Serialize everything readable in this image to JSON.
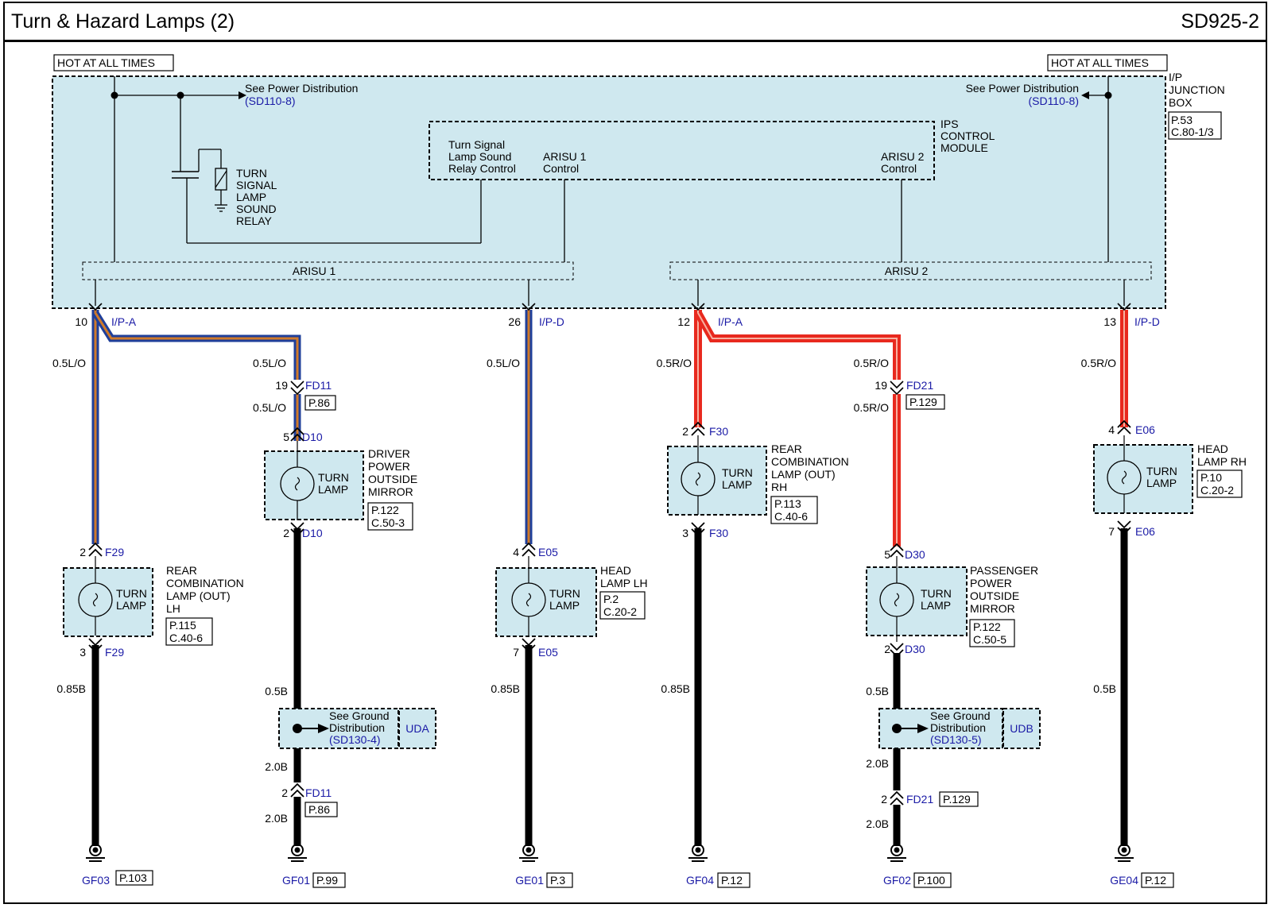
{
  "title": "Turn & Hazard Lamps (2)",
  "code": "SD925-2",
  "colors": {
    "panel": "#cfe8ef",
    "wire_blue": "#1f3f9a",
    "wire_orange": "#d07a2a",
    "wire_red": "#e8291e",
    "link": "#1a1aa6"
  },
  "hot_left": "HOT AT ALL TIMES",
  "hot_right": "HOT AT ALL TIMES",
  "jbox": {
    "label1": "I/P",
    "label2": "JUNCTION",
    "label3": "BOX",
    "ref1": "P.53",
    "ref2": "C.80-1/3"
  },
  "power_left": {
    "text": "See Power Distribution",
    "ref": "(SD110-8)"
  },
  "power_right": {
    "text": "See Power Distribution",
    "ref": "(SD110-8)"
  },
  "relay": {
    "l1": "TURN",
    "l2": "SIGNAL",
    "l3": "LAMP",
    "l4": "SOUND",
    "l5": "RELAY"
  },
  "ips": {
    "l1": "IPS",
    "l2": "CONTROL",
    "l3": "MODULE",
    "c1a": "Turn Signal",
    "c1b": "Lamp Sound",
    "c1c": "Relay Control",
    "c2a": "ARISU 1",
    "c2b": "Control",
    "c3a": "ARISU 2",
    "c3b": "Control"
  },
  "arisu1": "ARISU 1",
  "arisu2": "ARISU 2",
  "conn": {
    "c1_pin": "10",
    "c1_name": "I/P-A",
    "c2_pin": "26",
    "c2_name": "I/P-D",
    "c3_pin": "12",
    "c3_name": "I/P-A",
    "c4_pin": "13",
    "c4_name": "I/P-D"
  },
  "wires": {
    "w1": "0.5L/O",
    "w2": "0.5L/O",
    "w3": "0.5L/O",
    "w4": "0.5L/O",
    "w5": "0.5R/O",
    "w6": "0.5R/O",
    "w7": "0.5R/O",
    "w8": "0.5R/O",
    "g1": "0.85B",
    "g2": "0.5B",
    "g3": "2.0B",
    "g4": "2.0B",
    "g5": "0.85B",
    "g6": "0.85B",
    "g7": "0.5B",
    "g8": "2.0B",
    "g9": "2.0B",
    "g10": "0.5B"
  },
  "fd11a": {
    "pin": "19",
    "name": "FD11",
    "ref": "P.86"
  },
  "fd21a": {
    "pin": "19",
    "name": "FD21",
    "ref": "P.129"
  },
  "fd11b": {
    "pin": "2",
    "name": "FD11",
    "ref": "P.86"
  },
  "fd21b": {
    "pin": "2",
    "name": "FD21",
    "ref": "P.129"
  },
  "lamps": {
    "rcl_lh": {
      "l1": "TURN",
      "l2": "LAMP",
      "d1": "REAR",
      "d2": "COMBINATION",
      "d3": "LAMP (OUT)",
      "d4": "LH",
      "r1": "P.115",
      "r2": "C.40-6",
      "pin_top": "2",
      "name_top": "F29",
      "pin_bot": "3",
      "name_bot": "F29"
    },
    "dpom": {
      "l1": "TURN",
      "l2": "LAMP",
      "d1": "DRIVER",
      "d2": "POWER",
      "d3": "OUTSIDE",
      "d4": "MIRROR",
      "r1": "P.122",
      "r2": "C.50-3",
      "pin_top": "5",
      "name_top": "D10",
      "pin_bot": "2",
      "name_bot": "D10"
    },
    "hl_lh": {
      "l1": "TURN",
      "l2": "LAMP",
      "d1": "HEAD",
      "d2": "LAMP LH",
      "r1": "P.2",
      "r2": "C.20-2",
      "pin_top": "4",
      "name_top": "E05",
      "pin_bot": "7",
      "name_bot": "E05"
    },
    "rcl_rh": {
      "l1": "TURN",
      "l2": "LAMP",
      "d1": "REAR",
      "d2": "COMBINATION",
      "d3": "LAMP (OUT)",
      "d4": "RH",
      "r1": "P.113",
      "r2": "C.40-6",
      "pin_top": "2",
      "name_top": "F30",
      "pin_bot": "3",
      "name_bot": "F30"
    },
    "ppom": {
      "l1": "TURN",
      "l2": "LAMP",
      "d1": "PASSENGER",
      "d2": "POWER",
      "d3": "OUTSIDE",
      "d4": "MIRROR",
      "r1": "P.122",
      "r2": "C.50-5",
      "pin_top": "5",
      "name_top": "D30",
      "pin_bot": "2",
      "name_bot": "D30"
    },
    "hl_rh": {
      "l1": "TURN",
      "l2": "LAMP",
      "d1": "HEAD",
      "d2": "LAMP RH",
      "r1": "P.10",
      "r2": "C.20-2",
      "pin_top": "4",
      "name_top": "E06",
      "pin_bot": "7",
      "name_bot": "E06"
    }
  },
  "gnd_a": {
    "t1": "See Ground",
    "t2": "Distribution",
    "ref": "(SD130-4)",
    "code": "UDA"
  },
  "gnd_b": {
    "t1": "See Ground",
    "t2": "Distribution",
    "ref": "(SD130-5)",
    "code": "UDB"
  },
  "grounds": [
    {
      "name": "GF03",
      "ref": "P.103"
    },
    {
      "name": "GF01",
      "ref": "P.99"
    },
    {
      "name": "GE01",
      "ref": "P.3"
    },
    {
      "name": "GF04",
      "ref": "P.12"
    },
    {
      "name": "GF02",
      "ref": "P.100"
    },
    {
      "name": "GE04",
      "ref": "P.12"
    }
  ]
}
